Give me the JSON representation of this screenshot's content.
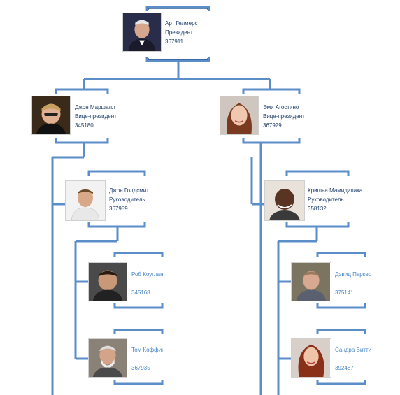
{
  "people": {
    "art": {
      "name": "Арт Гелмерс",
      "title": "Президент",
      "id": "367911"
    },
    "john_m": {
      "name": "Джон Маршалл",
      "title": "Вице-президент",
      "id": "345180"
    },
    "amy": {
      "name": "Эми Агостино",
      "title": "Вице-президент",
      "id": "367929"
    },
    "john_g": {
      "name": "Джон Голдсмит",
      "title": "Руководитель",
      "id": "367959"
    },
    "krishna": {
      "name": "Кришна Мамидипака",
      "title": "Руководитель",
      "id": "358132"
    },
    "rob": {
      "name": "Роб Коуглан",
      "id": "345168"
    },
    "tom": {
      "name": "Том Коффин",
      "id": "367935"
    },
    "david": {
      "name": "Дэвид Паркер",
      "id": "375141"
    },
    "sandra": {
      "name": "Сандра Витти",
      "id": "392487"
    }
  },
  "colors": {
    "connector": "#5b8ec9",
    "connector_dark": "#2f5f98",
    "text": "#1f3f6b",
    "text_light": "#4a86c8"
  }
}
